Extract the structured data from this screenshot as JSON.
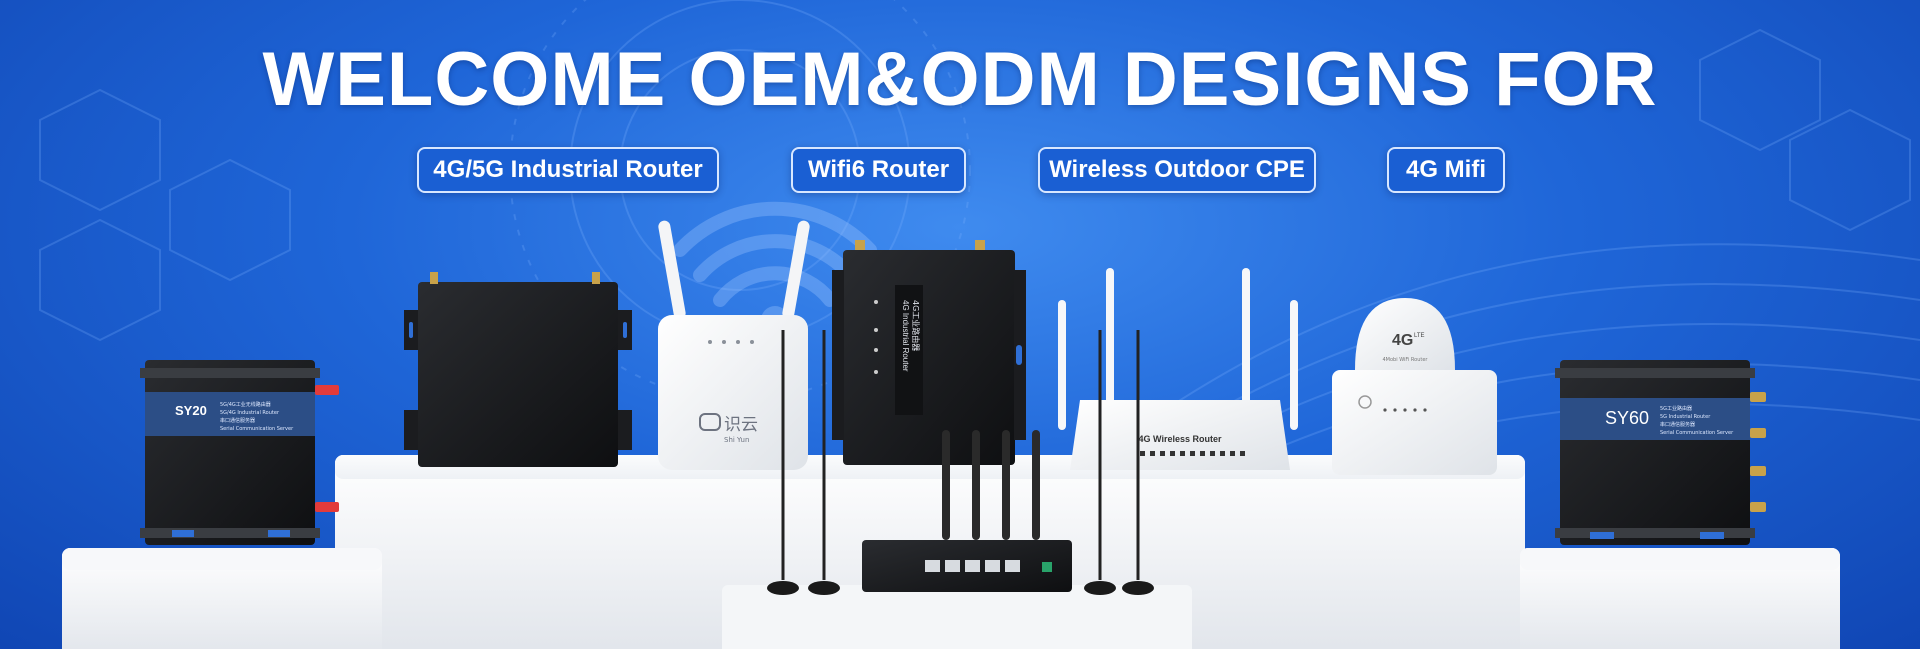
{
  "banner": {
    "title": "WELCOME OEM&ODM DESIGNS FOR",
    "categories": [
      {
        "label": "4G/5G Industrial Router"
      },
      {
        "label": "Wifi6 Router"
      },
      {
        "label": "Wireless Outdoor CPE"
      },
      {
        "label": "4G Mifi"
      }
    ]
  },
  "products": {
    "sy20_model": "SY20",
    "sy20_line1": "5G/4G工业无线路由器",
    "sy20_line2": "5G/4G Industrial Router",
    "sy20_line3": "串口通信服务器",
    "sy20_line4": "Serial Communication Server",
    "brand_cn": "识云",
    "brand_en": "Shi Yun",
    "industrial_router_label": "4G Industrial Router",
    "industrial_router_cn": "4G工业路由器",
    "wireless_router_label": "4G Wireless Router",
    "mifi_badge": "4G",
    "mifi_badge_sub": "LTE",
    "mifi_sub": "4Mobi WiFi Router",
    "sy60_model": "SY60",
    "sy60_line1": "5G工业路由器",
    "sy60_line2": "5G Industrial Router",
    "sy60_line3": "串口通信服务器",
    "sy60_line4": "Serial Communication Server"
  },
  "colors": {
    "background": "#1f66d8",
    "pill_fill": "#1a5fd3",
    "pill_border": "#d8e7ff",
    "pedestal": "#f2f4f7"
  }
}
